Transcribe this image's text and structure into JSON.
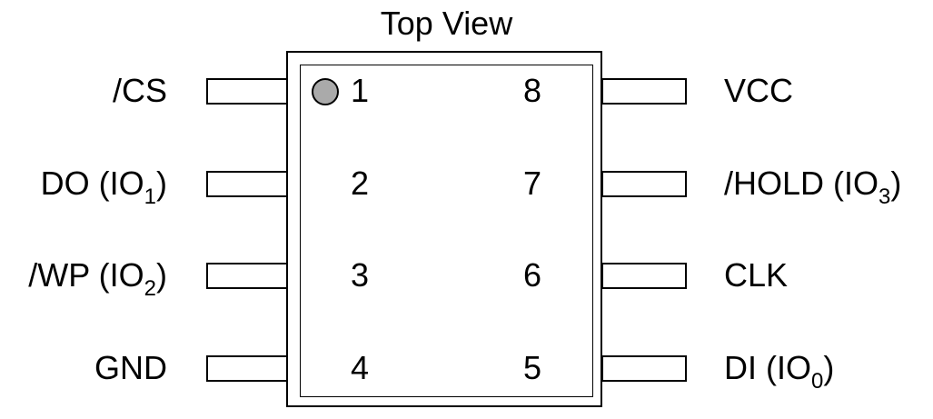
{
  "title": "Top View",
  "pins": {
    "p1": {
      "number": "1",
      "name": "/CS",
      "sub": "",
      "suffix": ""
    },
    "p2": {
      "number": "2",
      "name": "DO (IO",
      "sub": "1",
      "suffix": ")"
    },
    "p3": {
      "number": "3",
      "name": "/WP (IO",
      "sub": "2",
      "suffix": ")"
    },
    "p4": {
      "number": "4",
      "name": "GND",
      "sub": "",
      "suffix": ""
    },
    "p5": {
      "number": "5",
      "name": "DI (IO",
      "sub": "0",
      "suffix": ")"
    },
    "p6": {
      "number": "6",
      "name": "CLK",
      "sub": "",
      "suffix": ""
    },
    "p7": {
      "number": "7",
      "name": "/HOLD (IO",
      "sub": "3",
      "suffix": ")"
    },
    "p8": {
      "number": "8",
      "name": "VCC",
      "sub": "",
      "suffix": ""
    }
  }
}
